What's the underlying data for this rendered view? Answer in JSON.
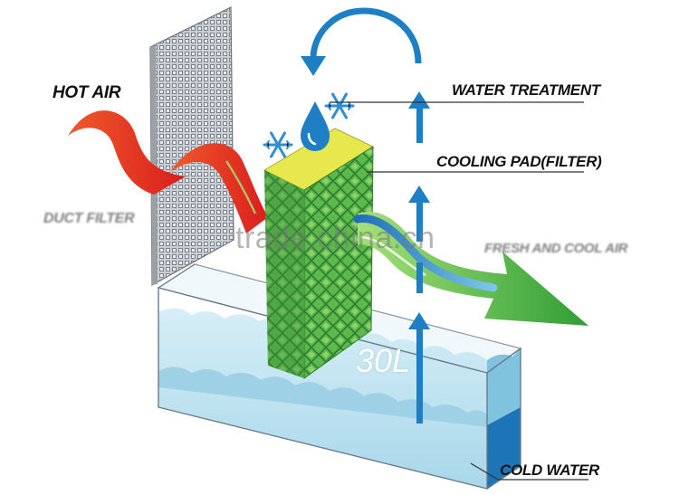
{
  "diagram": {
    "labels": {
      "hot_air": "HOT AIR",
      "duct_filter": "DUCT FILTER",
      "water_treatment": "WATER TREATMENT",
      "cooling_pad": "COOLING PAD(FILTER)",
      "fresh_cool_air": "FRESH AND COOL AIR",
      "cold_water": "COLD WATER"
    },
    "tank_volume": "30L",
    "watermark": "trade.china.cn",
    "colors": {
      "hot_air": "#e8372a",
      "pad_green": "#5cb84a",
      "pad_top": "#e6e84e",
      "water_light": "#bfe3ef",
      "water_dark": "#1d75b8",
      "arrow_blue": "#1f7fc4",
      "cool_air_green": "#3ea83a"
    },
    "icons": [
      "snowflake-icon",
      "water-drop-icon",
      "circular-arrow-icon",
      "up-arrow-icon"
    ]
  }
}
